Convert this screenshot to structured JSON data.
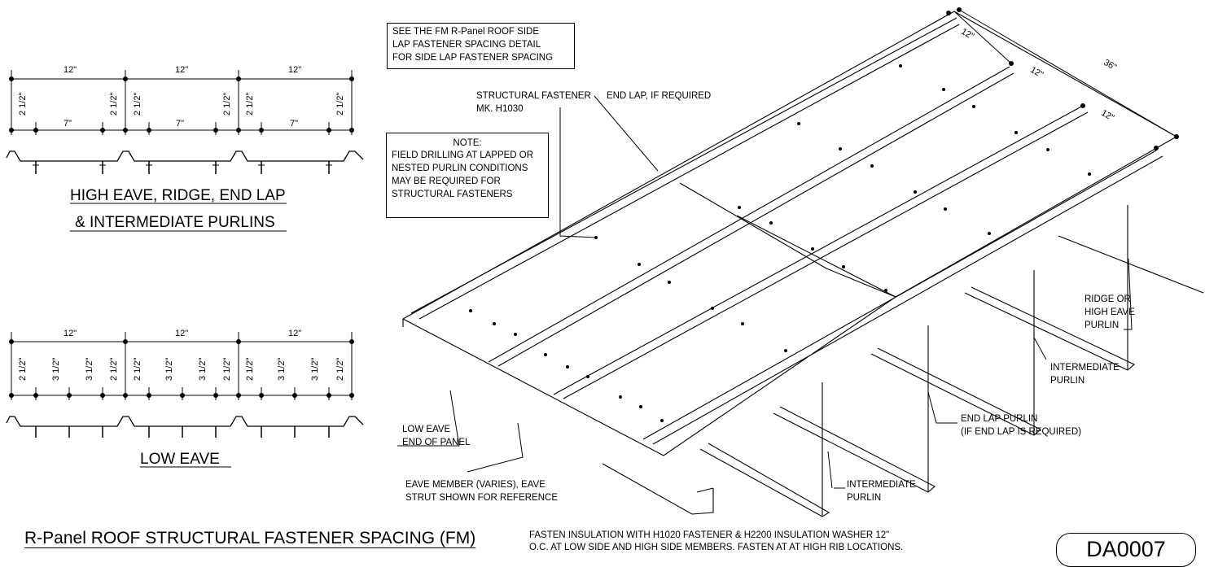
{
  "notes": {
    "side_lap_reference": [
      "SEE THE FM R-Panel ROOF SIDE",
      "LAP FASTENER  SPACING DETAIL",
      "FOR SIDE LAP FASTENER SPACING"
    ],
    "structural_fastener": [
      "STRUCTURAL FASTENER",
      "MK. H1030"
    ],
    "field_note_title": "NOTE:",
    "field_note": [
      "FIELD DRILLING AT LAPPED OR",
      "NESTED PURLIN CONDITIONS",
      "MAY BE REQUIRED FOR",
      "STRUCTURAL FASTENERS"
    ],
    "end_lap": "END LAP, IF REQUIRED",
    "bottom_note": [
      "FASTEN INSULATION WITH H1020 FASTENER & H2200 INSULATION WASHER 12\"",
      "O.C. AT LOW SIDE AND HIGH SIDE MEMBERS. FASTEN AT AT HIGH RIB LOCATIONS."
    ]
  },
  "callouts": {
    "low_eave_end": [
      "LOW EAVE",
      "END OF PANEL"
    ],
    "eave_member": [
      "EAVE MEMBER (VARIES), EAVE",
      "STRUT SHOWN FOR REFERENCE"
    ],
    "intermediate_front": [
      "INTERMEDIATE",
      "PURLIN"
    ],
    "end_lap_purlin": [
      "END LAP PURLIN",
      "(IF END LAP IS REQUIRED)"
    ],
    "intermediate_back": [
      "INTERMEDIATE",
      "PURLIN"
    ],
    "ridge": [
      "RIDGE OR",
      "HIGH EAVE",
      "PURLIN"
    ]
  },
  "panel_dims": {
    "panel_width": "12\"",
    "total_width": "36\""
  },
  "detail_high": {
    "title_1": "HIGH EAVE, RIDGE, END LAP",
    "title_2": "& INTERMEDIATE PURLINS",
    "top_dims": [
      "12\"",
      "12\"",
      "12\""
    ],
    "sub_dims": [
      "2 1/2\"",
      "7\"",
      "2 1/2\""
    ]
  },
  "detail_low": {
    "title": "LOW EAVE",
    "top_dims": [
      "12\"",
      "12\"",
      "12\""
    ],
    "sub_dims": [
      "2 1/2\"",
      "3 1/2\"",
      "3 1/2\"",
      "2 1/2\""
    ]
  },
  "sheet": {
    "title": "R-Panel ROOF STRUCTURAL FASTENER SPACING (FM)",
    "number": "DA0007"
  }
}
